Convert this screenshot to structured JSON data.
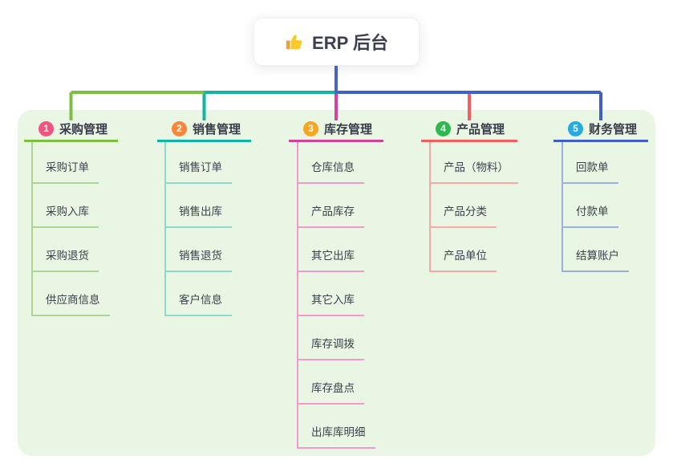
{
  "root": {
    "icon": "thumbs-up",
    "label": "ERP 后台",
    "line_color": "#4a63c9"
  },
  "panel_color": "#e9f6e4",
  "branches": [
    {
      "number": "1",
      "label": "采购管理",
      "badge_color": "#f2547d",
      "line_color": "#7cbf43",
      "child_line_color": "#abd694",
      "children": [
        "采购订单",
        "采购入库",
        "采购退货",
        "供应商信息"
      ]
    },
    {
      "number": "2",
      "label": "销售管理",
      "badge_color": "#f7873c",
      "line_color": "#15b3a4",
      "child_line_color": "#8fd8cd",
      "children": [
        "销售订单",
        "销售出库",
        "销售退货",
        "客户信息"
      ]
    },
    {
      "number": "3",
      "label": "库存管理",
      "badge_color": "#f6a623",
      "line_color": "#d54398",
      "child_line_color": "#f09ace",
      "children": [
        "仓库信息",
        "产品库存",
        "其它出库",
        "其它入库",
        "库存调拨",
        "库存盘点",
        "出库库明细"
      ]
    },
    {
      "number": "4",
      "label": "产品管理",
      "badge_color": "#2eb84e",
      "line_color": "#f55e5e",
      "child_line_color": "#f8a8a8",
      "children": [
        "产品（物料）",
        "产品分类",
        "产品单位"
      ]
    },
    {
      "number": "5",
      "label": "财务管理",
      "badge_color": "#29a9e1",
      "line_color": "#3e60c8",
      "child_line_color": "#9cafe4",
      "children": [
        "回款单",
        "付款单",
        "结算账户"
      ]
    }
  ]
}
